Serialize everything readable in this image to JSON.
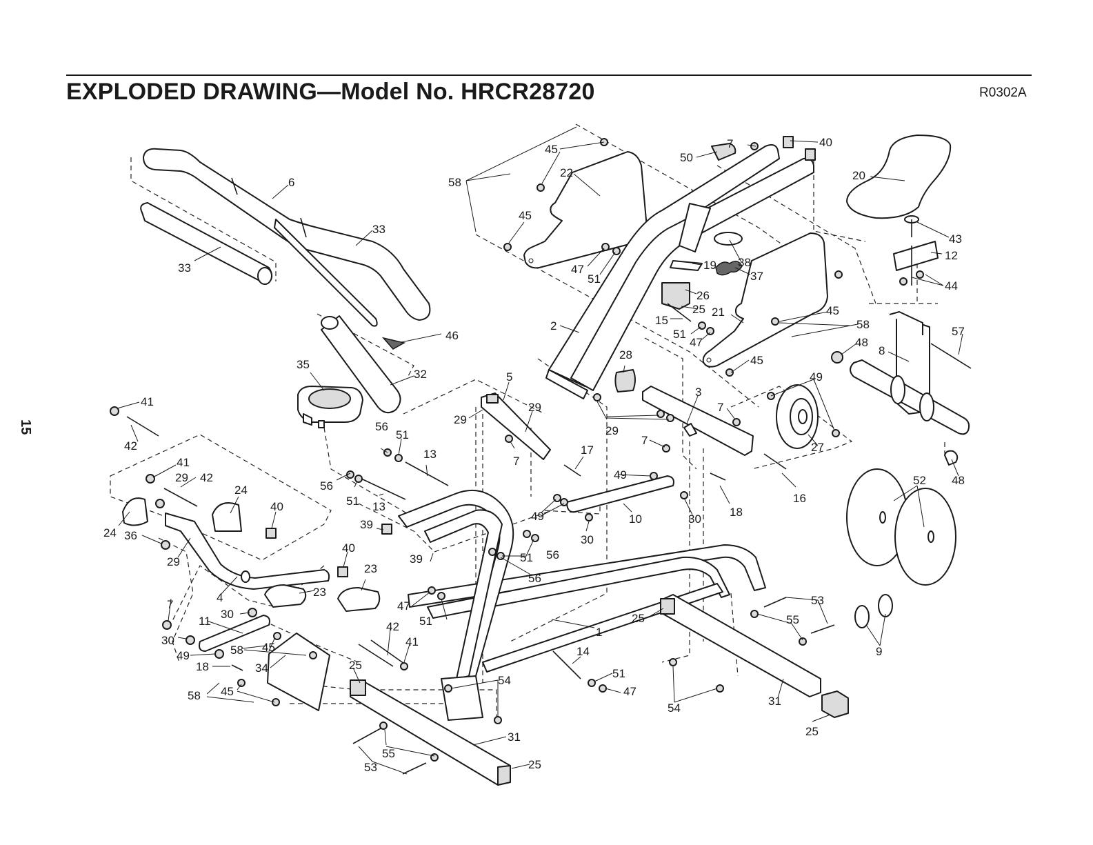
{
  "header": {
    "title": "EXPLODED DRAWING—Model No. HRCR28720",
    "code": "R0302A",
    "page_number": "15"
  },
  "callouts": [
    "1",
    "2",
    "3",
    "4",
    "5",
    "6",
    "7",
    "8",
    "9",
    "10",
    "11",
    "12",
    "13",
    "14",
    "15",
    "16",
    "17",
    "18",
    "19",
    "20",
    "21",
    "22",
    "23",
    "24",
    "25",
    "26",
    "27",
    "28",
    "29",
    "30",
    "31",
    "32",
    "33",
    "34",
    "35",
    "36",
    "37",
    "38",
    "39",
    "40",
    "41",
    "42",
    "43",
    "44",
    "45",
    "46",
    "47",
    "48",
    "49",
    "50",
    "51",
    "52",
    "53",
    "54",
    "55",
    "56",
    "57",
    "58"
  ]
}
